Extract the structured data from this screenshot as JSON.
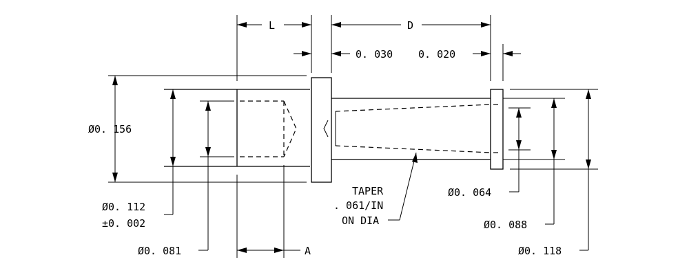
{
  "labels": {
    "L": "L",
    "D": "D",
    "gap_030": "0. 030",
    "gap_020": "0. 020",
    "dia_156": "Ø0. 156",
    "dia_112": "Ø0. 112",
    "tol_112": "±0. 002",
    "dia_081": "Ø0. 081",
    "A": "A",
    "taper_1": "TAPER",
    "taper_2": ". 061/IN",
    "taper_3": "ON DIA",
    "dia_064": "Ø0. 064",
    "dia_088": "Ø0. 088",
    "dia_118": "Ø0. 118"
  }
}
